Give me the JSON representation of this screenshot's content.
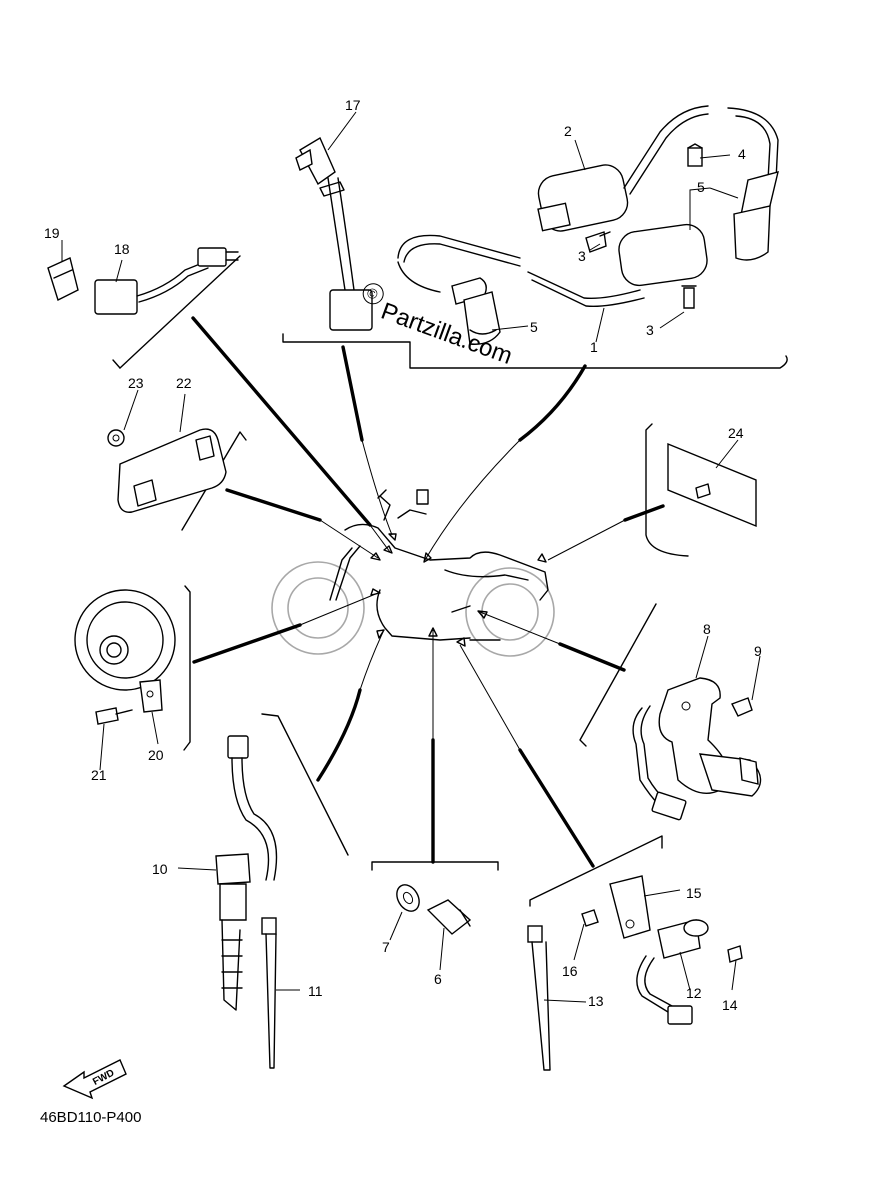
{
  "diagram": {
    "code": "46BD110-P400",
    "watermark": "Partzilla.com",
    "copyright_symbol": "©",
    "fwd_label": "FWD"
  },
  "callouts": [
    "1",
    "2",
    "3",
    "3",
    "4",
    "5",
    "5",
    "6",
    "7",
    "8",
    "9",
    "10",
    "11",
    "12",
    "13",
    "14",
    "15",
    "16",
    "17",
    "18",
    "19",
    "20",
    "21",
    "22",
    "23",
    "24"
  ]
}
